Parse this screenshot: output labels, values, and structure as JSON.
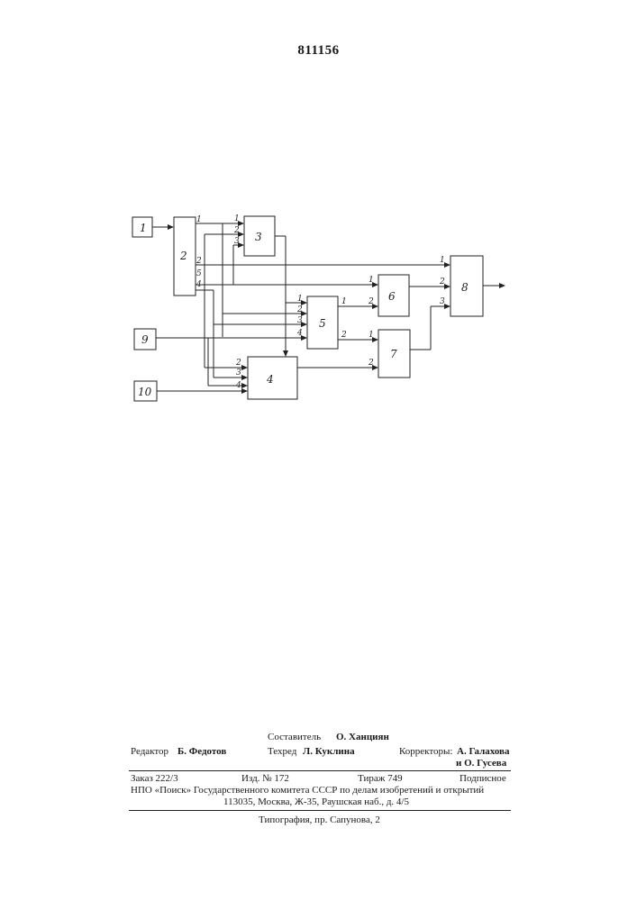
{
  "header": {
    "patent_number": "811156"
  },
  "diagram": {
    "blocks": {
      "b1": "1",
      "b2": "2",
      "b3": "3",
      "b4": "4",
      "b5": "5",
      "b6": "6",
      "b7": "7",
      "b8": "8",
      "b9": "9",
      "b10": "10"
    },
    "pins": {
      "p1": "1",
      "p2": "2",
      "p3": "3",
      "p4": "4",
      "p5": "5"
    }
  },
  "colophon": {
    "compiler_label": "Составитель",
    "compiler_name": "О. Ханциян",
    "editor_label": "Редактор",
    "editor_name": "Б. Федотов",
    "techred_label": "Техред",
    "techred_name": "Л. Куклина",
    "correctors_label": "Корректоры:",
    "corrector_1": "А. Галахова",
    "corrector_2": "и О. Гусева",
    "order": "Заказ 222/3",
    "edition": "Изд. № 172",
    "print_run": "Тираж 749",
    "subscription": "Подписное",
    "publisher_line": "НПО «Поиск» Государственного комитета СССР по делам изобретений и открытий",
    "address_line": "113035, Москва, Ж-35, Раушская наб., д. 4/5",
    "printing_house": "Типография, пр. Сапунова, 2"
  }
}
